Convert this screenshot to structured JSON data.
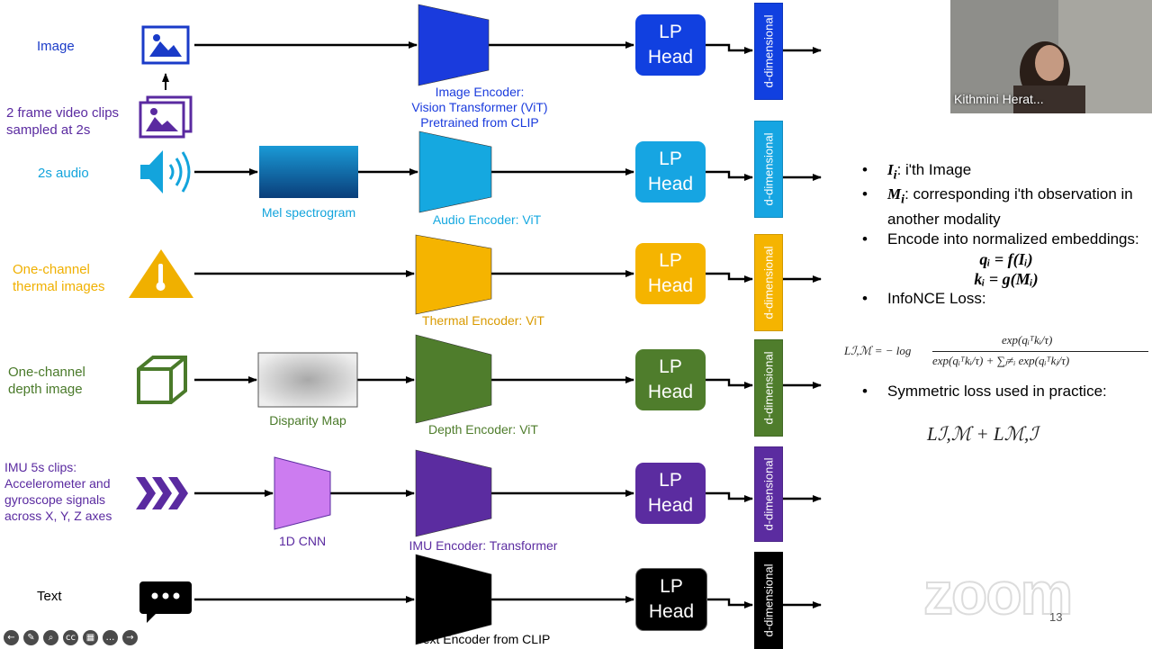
{
  "rows": [
    {
      "id": "image",
      "label": "Image",
      "color": "#1a3bc8",
      "encoder_color": "#1a3bdd",
      "encoder_label": "Image Encoder:\nVision Transformer (ViT)\nPretrained from CLIP",
      "head_color": "#1140e0",
      "emb_color": "#1140e0",
      "preproc_label": "",
      "icon": "image-icon"
    },
    {
      "id": "audio",
      "label": "2s audio",
      "color": "#13a4dc",
      "encoder_color": "#15a8e0",
      "encoder_label": "Audio Encoder: ViT",
      "head_color": "#16a5e2",
      "emb_color": "#16a5e2",
      "preproc_label": "Mel spectrogram",
      "icon": "speaker-icon"
    },
    {
      "id": "thermal",
      "label": "One-channel\nthermal images",
      "color": "#f0b000",
      "encoder_color": "#f5b400",
      "encoder_label": "Thermal Encoder: ViT",
      "head_color": "#f5b400",
      "emb_color": "#f5b400",
      "preproc_label": "",
      "icon": "thermometer-icon"
    },
    {
      "id": "depth",
      "label": "One-channel\ndepth image",
      "color": "#4a7a2a",
      "encoder_color": "#4f7d2c",
      "encoder_label": "Depth Encoder: ViT",
      "head_color": "#4f7d2c",
      "emb_color": "#4f7d2c",
      "preproc_label": "Disparity Map",
      "icon": "cube-icon"
    },
    {
      "id": "imu",
      "label": "IMU 5s clips:\nAccelerometer and\ngyroscope signals\nacross X, Y, Z axes",
      "color": "#5a2aa0",
      "encoder_color": "#5b2ca0",
      "encoder_label": "IMU Encoder: Transformer",
      "head_color": "#5b2ca0",
      "emb_color": "#5b2ca0",
      "preproc_label": "1D CNN",
      "icon": "chevrons-icon"
    },
    {
      "id": "text",
      "label": "Text",
      "color": "#000000",
      "encoder_color": "#000000",
      "encoder_label": "Text Encoder from CLIP",
      "head_color": "#000000",
      "emb_color": "#000000",
      "preproc_label": "",
      "icon": "chat-icon"
    }
  ],
  "video_label": "2 frame video clips\nsampled at 2s",
  "video_color": "#5a2aa0",
  "head_text_line1": "LP",
  "head_text_line2": "Head",
  "emb_text": "d-dimensional",
  "bullets": {
    "b1_sym": "I",
    "b1_sub": "i",
    "b1_text": ": i'th Image",
    "b2_sym": "M",
    "b2_sub": "i",
    "b2_text": ": corresponding i'th observation in another modality",
    "b3_text": "Encode into normalized embeddings:",
    "eq1": "qᵢ = f(Iᵢ)",
    "eq2": "kᵢ = g(Mᵢ)",
    "b4_text": "InfoNCE Loss:",
    "b5_text": "Symmetric loss used in practice:"
  },
  "loss": {
    "lhs": "Lℐ,ℳ = − log",
    "num": "exp(qᵢᵀkᵢ/τ)",
    "den": "exp(qᵢᵀkᵢ/τ) + ∑ⱼ≠ᵢ exp(qᵢᵀkⱼ/τ)"
  },
  "sym_loss": "Lℐ,ℳ + Lℳ,ℐ",
  "webcam_name": "Kithmini Herat...",
  "zoom_text": "zoom",
  "slide_number": "13",
  "toolbar_icons": [
    "←",
    "✎",
    "⌕",
    "cc",
    "▦",
    "…",
    "→"
  ]
}
